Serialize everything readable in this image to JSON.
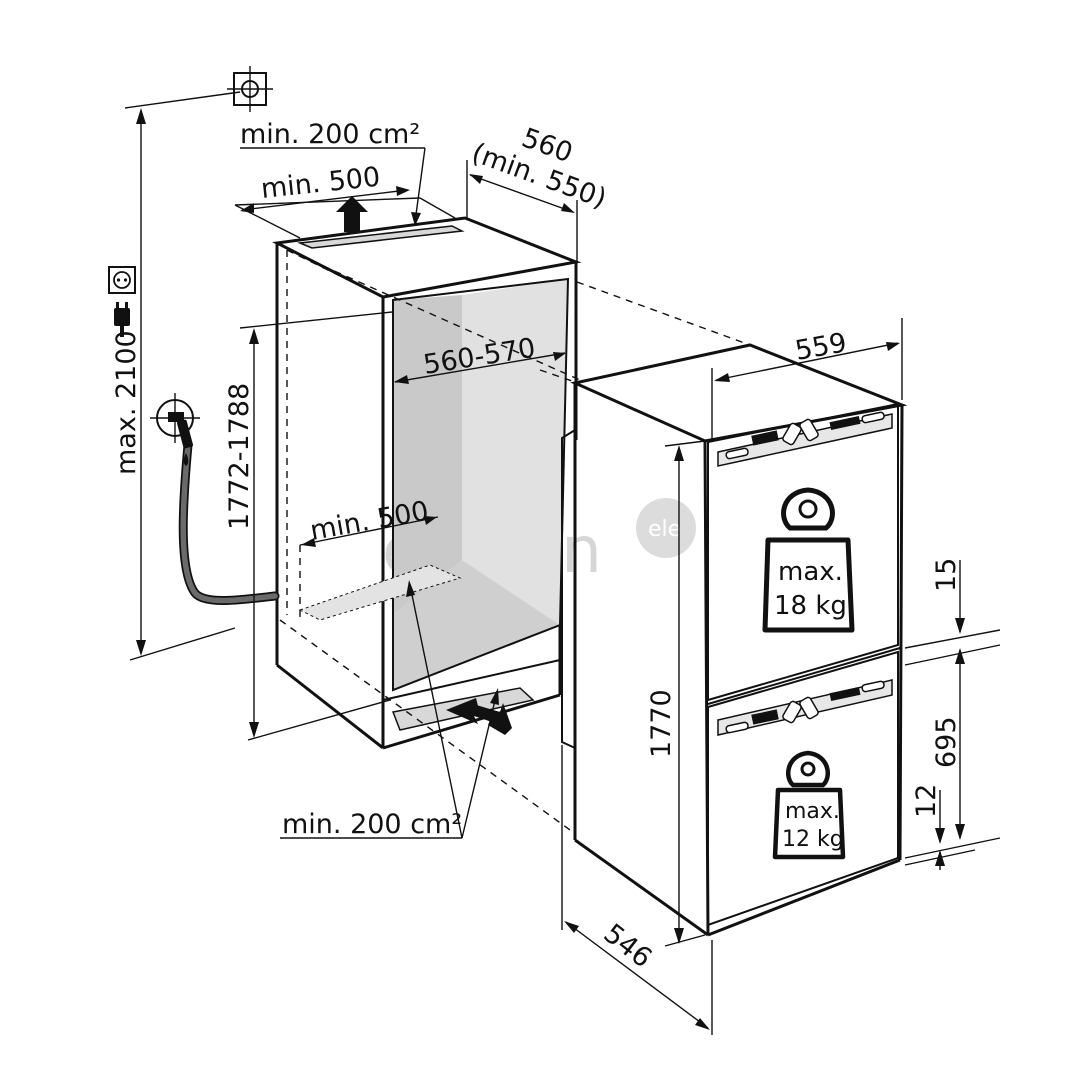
{
  "diagram": {
    "labels": {
      "vent_top": "min. 200 cm²",
      "niche_depth_top": "min. 500",
      "niche_width": "560",
      "niche_width_min": "(min. 550)",
      "niche_inner_width": "560-570",
      "niche_height": "1772-1788",
      "max_height": "max. 2100",
      "inner_depth": "min. 500",
      "vent_bottom": "min. 200 cm²",
      "appliance_width": "559",
      "appliance_height": "1770",
      "appliance_depth": "546",
      "gap_top": "15",
      "door_height": "695",
      "gap_bottom": "12"
    },
    "weights": {
      "upper_line1": "max.",
      "upper_line2": "18 kg",
      "lower_line1": "max.",
      "lower_line2": "12 kg"
    },
    "watermark": {
      "text": "elesen",
      "badge": "ele"
    },
    "icons": [
      "ventilation-cross-icon",
      "power-socket-icon",
      "power-plug-icon",
      "water-tap-icon",
      "weight-icon"
    ]
  }
}
